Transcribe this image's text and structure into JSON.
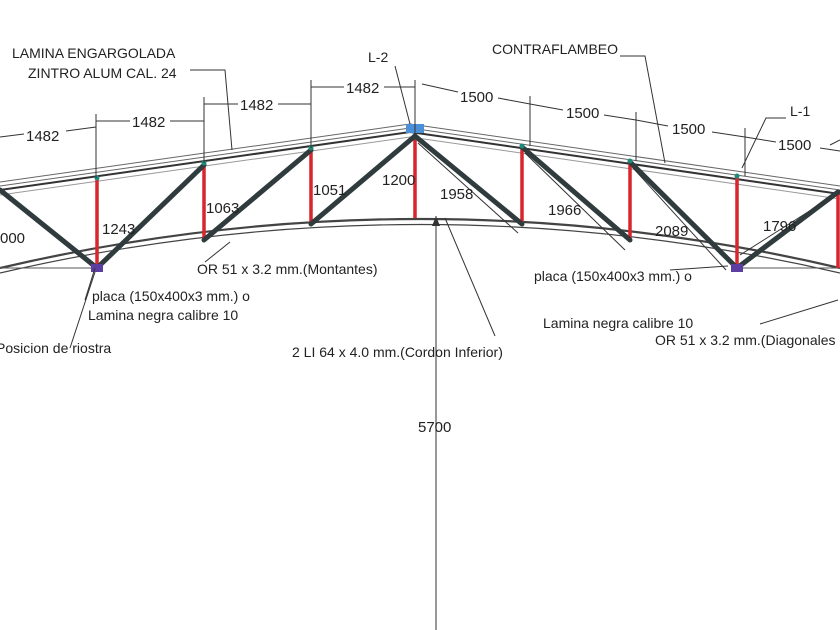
{
  "labels": {
    "lamina_1": "LAMINA ENGARGOLADA",
    "lamina_2": "ZINTRO ALUM CAL. 24",
    "l2": "L-2",
    "contraflambeo": "CONTRAFLAMBEO",
    "l1": "L-1",
    "montantes": "OR 51 x 3.2 mm.(Montantes)",
    "placa_left_1": "placa (150x400x3 mm.) o",
    "placa_left_2": "Lamina negra calibre 10",
    "placa_right_1": "placa (150x400x3 mm.) o",
    "placa_right_2": "Lamina negra calibre 10",
    "posicion": "Posicion de riostra",
    "cordon": "2 LI 64 x 4.0 mm.(Cordon Inferior)",
    "diagonales": "OR 51 x 3.2 mm.(Diagonales"
  },
  "top_dims": {
    "d1": "1482",
    "d2": "1482",
    "d3": "1482",
    "d4": "1482",
    "d5": "1500",
    "d6": "1500",
    "d7": "1500",
    "d8": "1500"
  },
  "member_dims": {
    "h0": "000",
    "h1": "1243",
    "h2": "1063",
    "h3": "1051",
    "h4": "1200",
    "d1958": "1958",
    "d1966": "1966",
    "d2089": "2089",
    "d1796": "1796"
  },
  "height": "5700",
  "colors": {
    "steel": "#2f3b3d",
    "vertical": "#d7262e",
    "plate": "#5c3ea0",
    "line": "#333333"
  }
}
